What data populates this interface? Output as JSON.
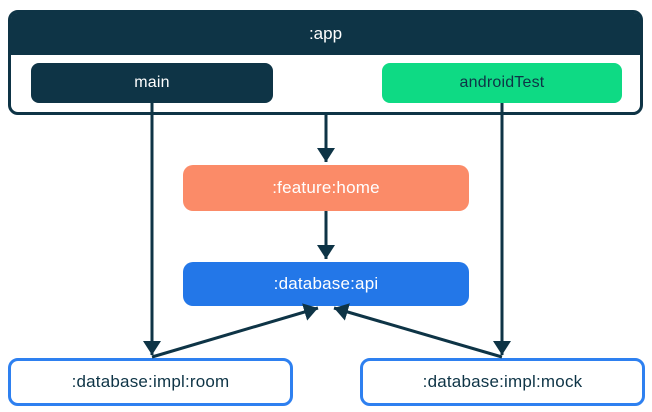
{
  "diagram": {
    "type": "module-dependency-graph",
    "nodes": {
      "app": {
        "label": ":app",
        "kind": "container",
        "color": "#0E3446"
      },
      "main": {
        "label": "main",
        "kind": "source-set",
        "color": "#0E3446",
        "parent": ":app"
      },
      "androidTest": {
        "label": "androidTest",
        "kind": "source-set",
        "color": "#0EDA84",
        "parent": ":app"
      },
      "feature_home": {
        "label": ":feature:home",
        "kind": "module",
        "color": "#FB8B68"
      },
      "database_api": {
        "label": ":database:api",
        "kind": "module",
        "color": "#2377E8"
      },
      "database_impl_room": {
        "label": ":database:impl:room",
        "kind": "module",
        "color": "#FFFFFF",
        "border_color": "#2E80F0"
      },
      "database_impl_mock": {
        "label": ":database:impl:mock",
        "kind": "module",
        "color": "#FFFFFF",
        "border_color": "#2E80F0"
      }
    },
    "edges": [
      {
        "from": "main",
        "to": "database_impl_room"
      },
      {
        "from": "androidTest",
        "to": "database_impl_mock"
      },
      {
        "from": "app",
        "to": "feature_home"
      },
      {
        "from": "feature_home",
        "to": "database_api"
      },
      {
        "from": "database_impl_room",
        "to": "database_api"
      },
      {
        "from": "database_impl_mock",
        "to": "database_api"
      }
    ],
    "colors": {
      "navy": "#0E3446",
      "green": "#0EDA84",
      "coral": "#FB8B68",
      "blue": "#2377E8",
      "impl_border_blue": "#2E80F0",
      "background": "#FFFFFF",
      "arrow": "#0E3446",
      "text_light": "#FFFFFF",
      "text_dark": "#0E3446"
    }
  }
}
